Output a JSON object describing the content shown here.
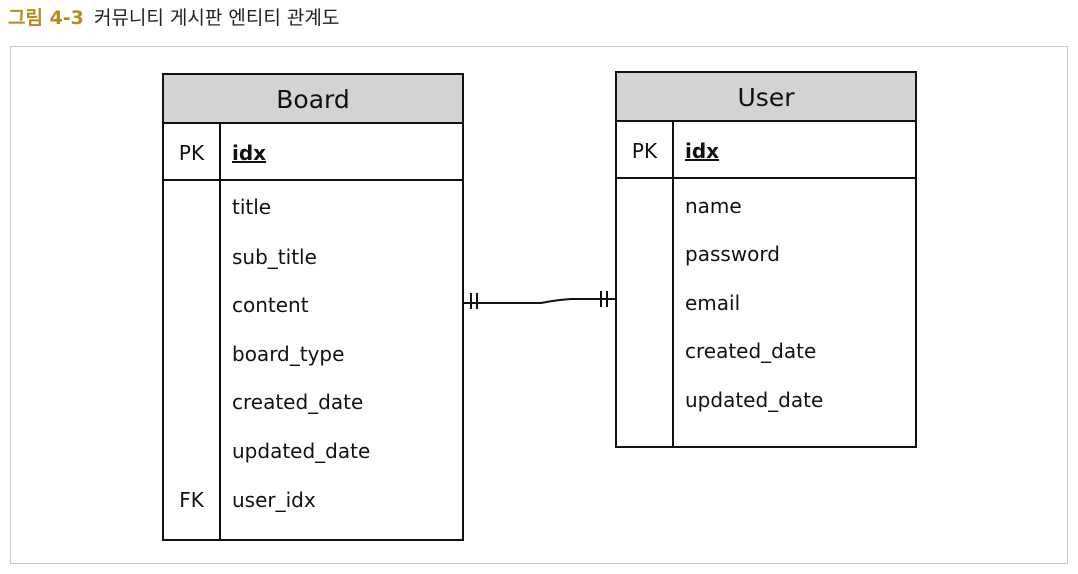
{
  "caption": {
    "number": "그림 4-3",
    "title": "커뮤니티 게시판 엔티티 관계도"
  },
  "entities": [
    {
      "name": "Board",
      "pk_label": "PK",
      "pk_field": "idx",
      "fields": [
        "title",
        "sub_title",
        "content",
        "board_type",
        "created_date",
        "updated_date",
        "user_idx"
      ],
      "fk_label": "FK"
    },
    {
      "name": "User",
      "pk_label": "PK",
      "pk_field": "idx",
      "fields": [
        "name",
        "password",
        "email",
        "created_date",
        "updated_date"
      ]
    }
  ],
  "relationship": {
    "from": "Board",
    "to": "User",
    "from_cardinality": "one-and-only-one",
    "to_cardinality": "one-and-only-one"
  }
}
